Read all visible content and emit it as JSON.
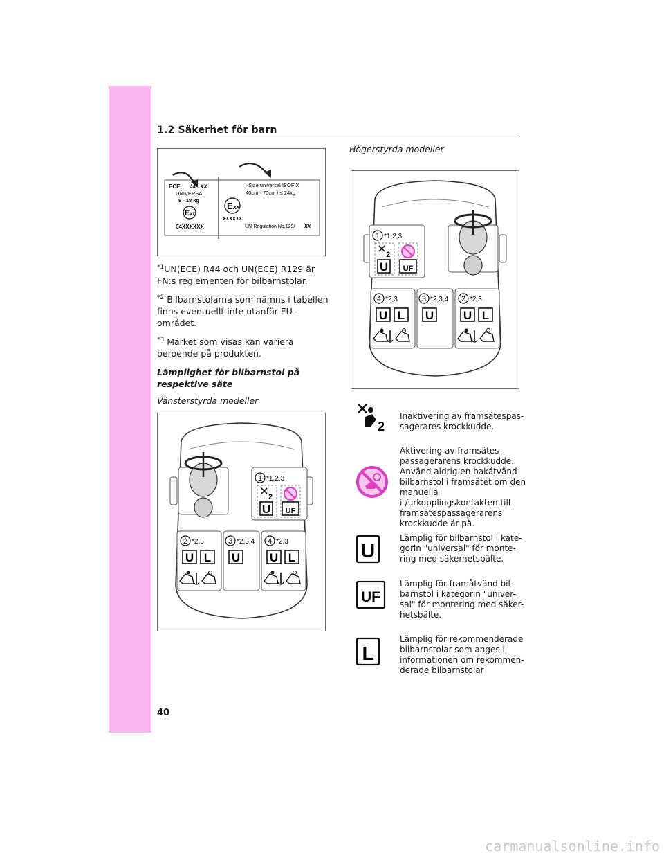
{
  "header": {
    "section": "1.2  Säkerhet för barn"
  },
  "page_number": "40",
  "watermark": "carmanualsonline.info",
  "label_figure": {
    "left_label": {
      "ece": "ECE",
      "ece_num": "44/",
      "ece_xx": "XX",
      "universal": "UNIVERSAL",
      "weight": "9 - 18 kg",
      "mark": "E",
      "mark_xx": "XX",
      "code": "04XXXXXX"
    },
    "right_label": {
      "title": "i-Size universal ISOFIX",
      "range": "40cm - 70cm / ≤ 24kg",
      "mark": "E",
      "mark_xx": "XX",
      "code": "XXXXXX",
      "regulation": "UN-Regulation No.129/",
      "reg_xx": "XX"
    }
  },
  "notes": [
    {
      "sup": "*1",
      "text": "UN(ECE) R44 och UN(ECE) R129 är FN:s reglementen för bilbarnstolar."
    },
    {
      "sup": "*2",
      "text": " Bilbarnstolarna som nämns i tabellen finns eventuellt inte utanför EU-området."
    },
    {
      "sup": "*3",
      "text": " Märket som visas kan variera beroende på produkten."
    }
  ],
  "subheading": "Lämplighet för bilbarnstol på respektive säte",
  "lhd_label": "Vänsterstyrda modeller",
  "rhd_label": "Högerstyrda modeller",
  "seats": {
    "front": {
      "num": "1",
      "sup": "*1,2,3",
      "u": "U",
      "uf": "UF"
    },
    "rear_left_lhd": {
      "num": "2",
      "sup": "*2,3"
    },
    "rear_mid": {
      "num": "3",
      "sup": "*2,3,4"
    },
    "rear_right_lhd": {
      "num": "4",
      "sup": "*2,3"
    },
    "rear_left_rhd": {
      "num": "4",
      "sup": "*2,3"
    },
    "rear_right_rhd": {
      "num": "2",
      "sup": "*2,3"
    },
    "u": "U",
    "l": "L",
    "two": "2"
  },
  "legend": [
    {
      "icon": "airbag-off-icon",
      "text": "Inaktivering av framsätespas-sagerares krockkudde."
    },
    {
      "icon": "airbag-on-no-rear-facing-icon",
      "text": "Aktivering av framsätes-passagerarens krockkudde. Använd aldrig en bakåtvänd bilbarnstol i framsätet om den manuella i-/urkopplingskontakten till framsätespassagerarens krockkudde är på."
    },
    {
      "icon": "universal-u-icon",
      "glyph": "U",
      "text": "Lämplig för bilbarnstol i kate-gorin \"universal\" för monte-ring med säkerhetsbälte."
    },
    {
      "icon": "universal-forward-uf-icon",
      "glyph": "UF",
      "text": "Lämplig för framåtvänd bil-barnstol i kategorin \"univer-sal\" för montering med säker-hetsbälte."
    },
    {
      "icon": "recommended-l-icon",
      "glyph": "L",
      "text": "Lämplig för rekommenderade bilbarnstolar som anges i informationen om rekommen-derade bilbarnstolar"
    }
  ],
  "colors": {
    "band": "#f8b4f0",
    "prohibit": "#e040c0",
    "prohibit_fill": "#f6c6ee",
    "seat_line": "#555555"
  }
}
